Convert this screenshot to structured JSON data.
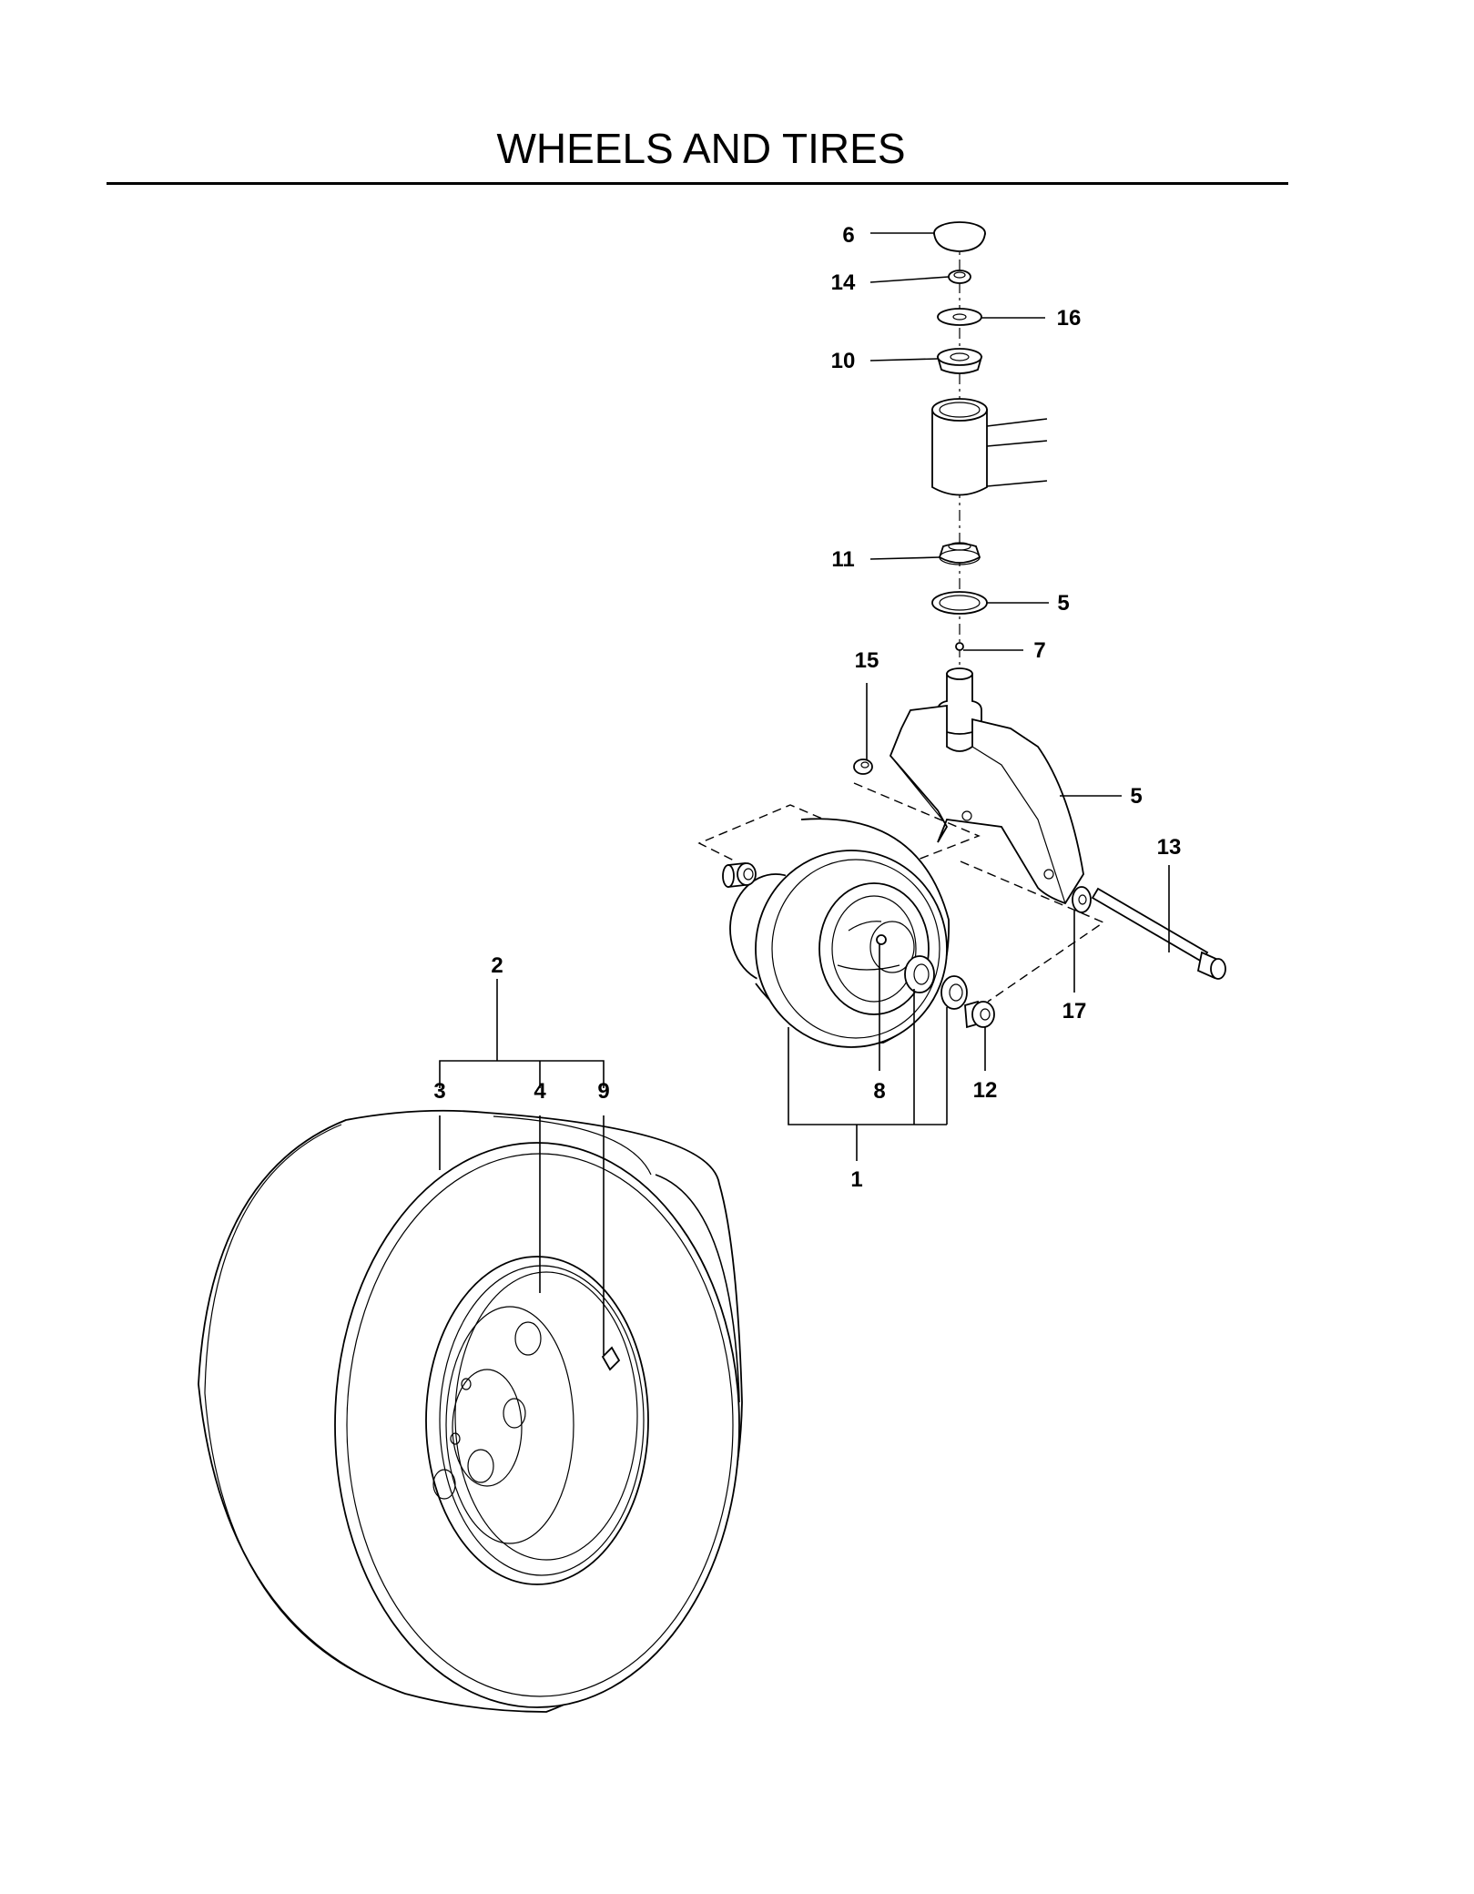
{
  "page": {
    "title": "WHEELS AND TIRES"
  },
  "callouts": {
    "c6": "6",
    "c14": "14",
    "c16": "16",
    "c10": "10",
    "c11": "11",
    "c5a": "5",
    "c7": "7",
    "c15": "15",
    "c5b": "5",
    "c13": "13",
    "c17": "17",
    "c12": "12",
    "c8": "8",
    "c1": "1",
    "c2": "2",
    "c3": "3",
    "c4": "4",
    "c9": "9"
  }
}
